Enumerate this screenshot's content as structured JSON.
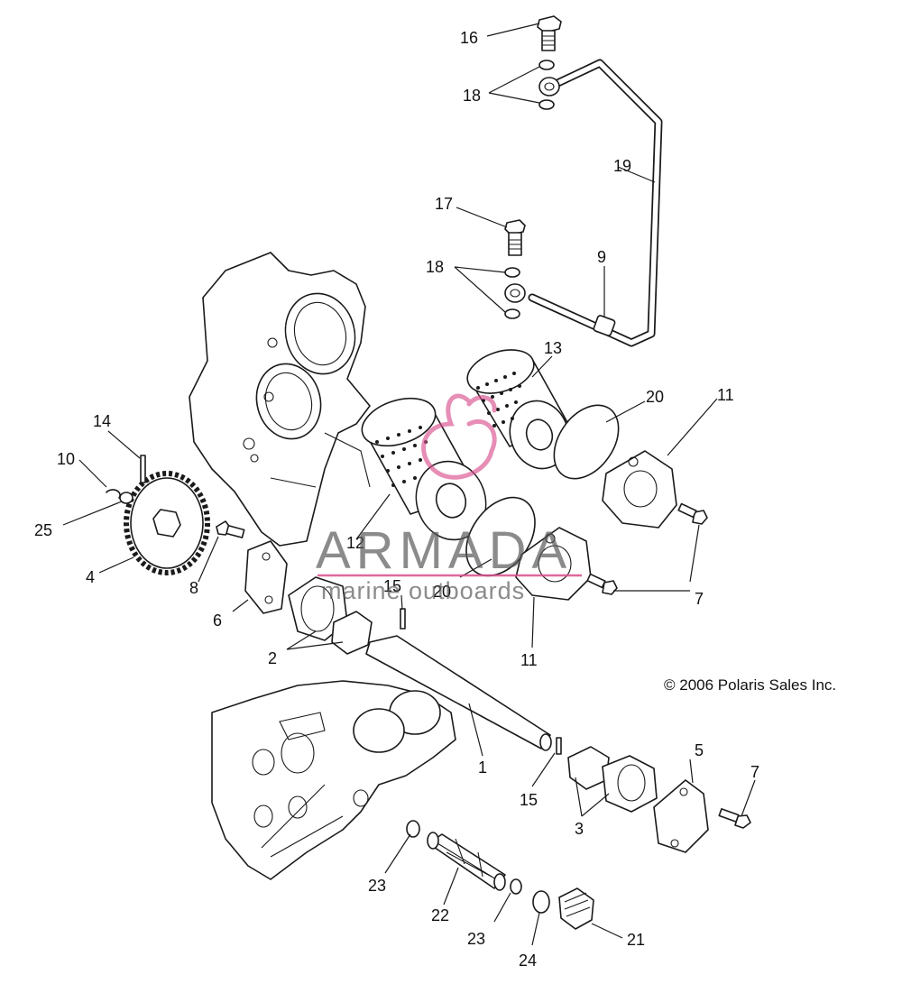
{
  "copyright": "© 2006 Polaris Sales Inc.",
  "watermark": {
    "brand": "ARMADA",
    "tagline": "marine outboards",
    "color": "#d94f8c",
    "text_color": "#555555"
  },
  "callouts": [
    "16",
    "18",
    "19",
    "17",
    "18",
    "9",
    "13",
    "20",
    "11",
    "14",
    "10",
    "25",
    "4",
    "8",
    "12",
    "15",
    "20",
    "11",
    "7",
    "6",
    "2",
    "11",
    "1",
    "5",
    "7",
    "15",
    "3",
    "23",
    "22",
    "23",
    "24",
    "21"
  ]
}
